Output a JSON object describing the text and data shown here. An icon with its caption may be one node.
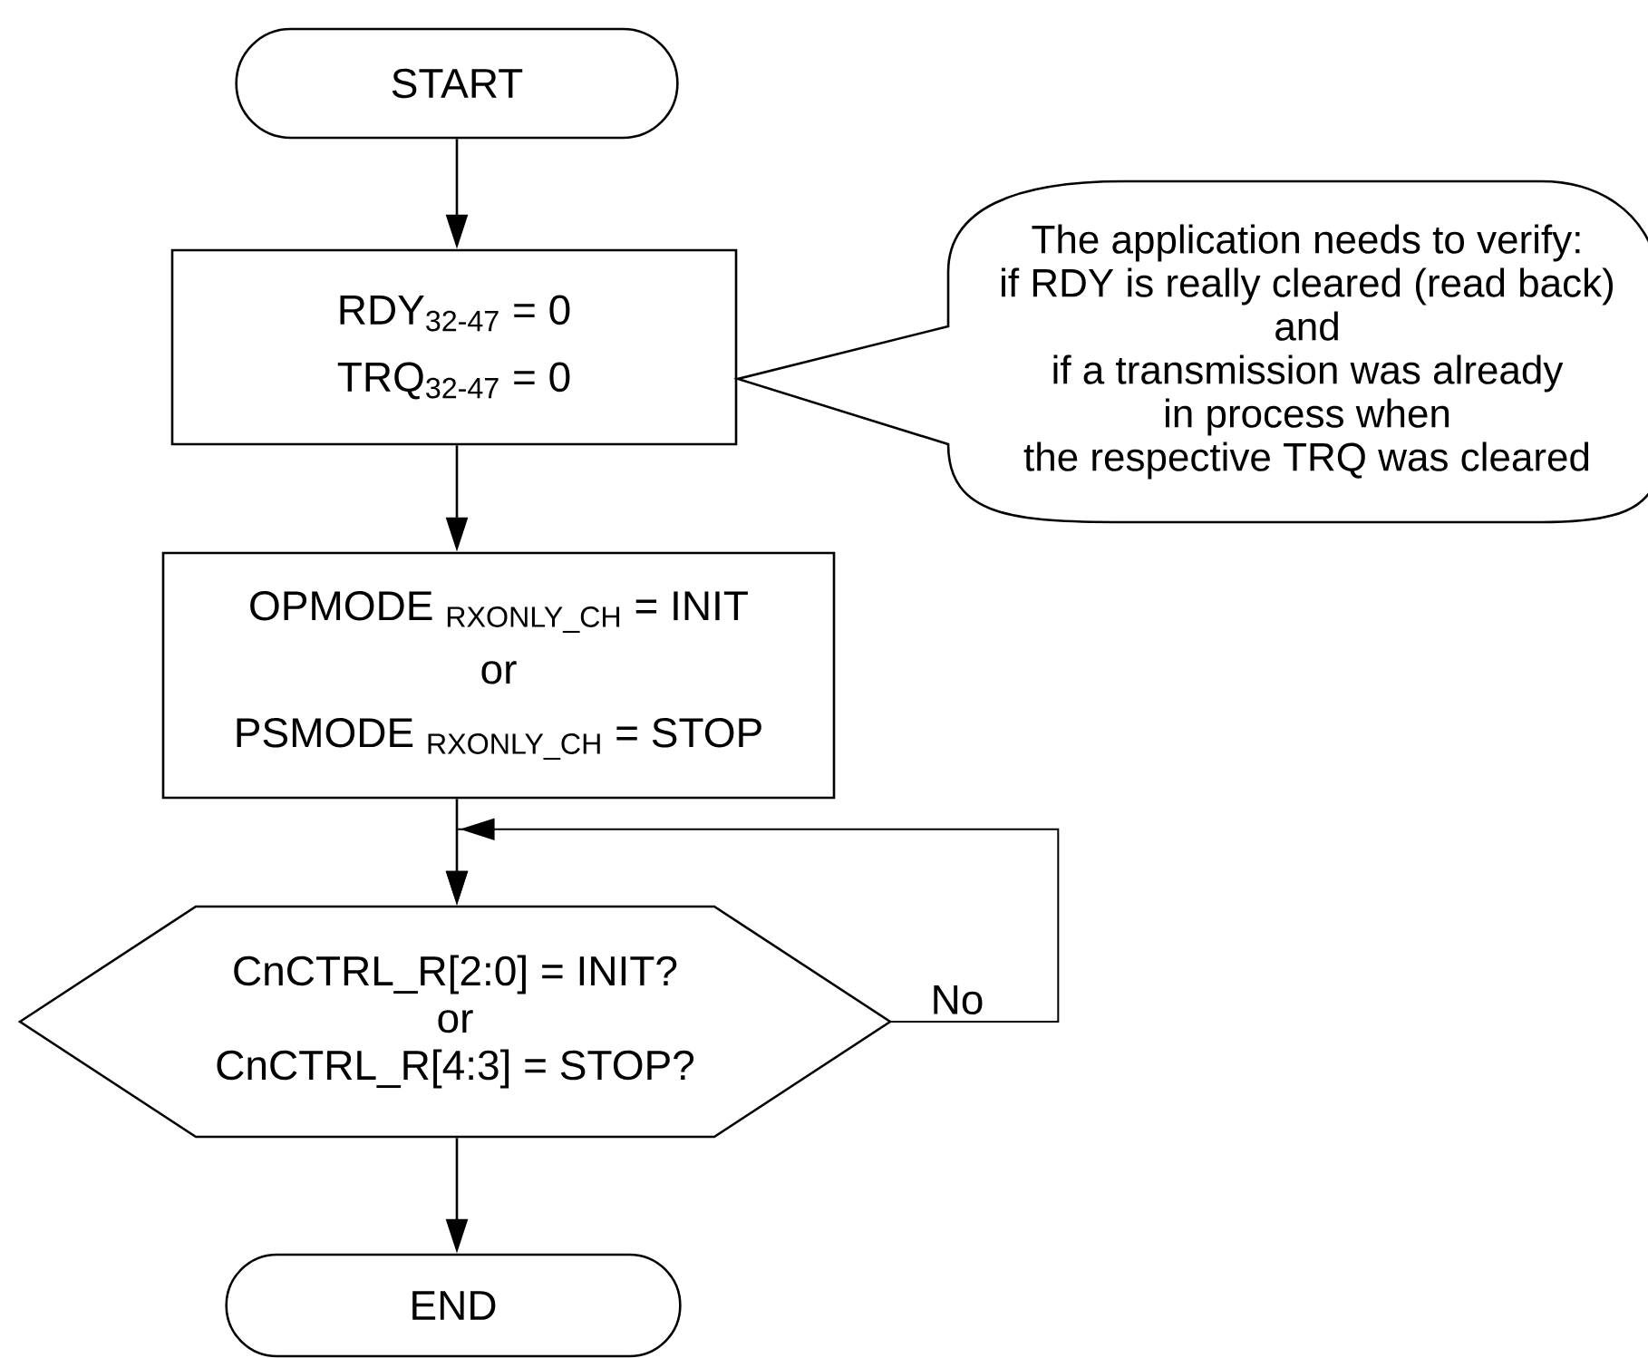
{
  "diagram": {
    "nodes": [
      {
        "text": [
          "START"
        ]
      },
      {
        "text": [
          "RDY$_{32-47}$ = 0",
          "TRQ$_{32-47}$ = 0"
        ]
      },
      {
        "text": [
          "OPMODE $_{RXONLY_CH}$ = INIT",
          "or",
          "PSMODE $_{RXONLY_CH}$ = STOP"
        ]
      },
      {
        "text": [
          "CnCTRL_R[2:0] = INIT?",
          "or",
          "CnCTRL_R[4:3] = STOP?"
        ]
      },
      {
        "text": [
          "END"
        ]
      },
      {
        "text": [
          "The application needs to verify:",
          "if RDY is really cleared (read back)",
          "and",
          "if a transmission was already",
          "in process when",
          "the respective TRQ was cleared"
        ]
      }
    ],
    "edges": [
      {
        "from": 0,
        "to": 1,
        "arrow": "to"
      },
      {
        "from": 1,
        "to": 2,
        "arrow": "to"
      },
      {
        "from": 2,
        "to": 3,
        "arrow": "to"
      },
      {
        "from": 3,
        "to": 3,
        "arrow": "to",
        "label": "No"
      },
      {
        "from": 3,
        "to": 4,
        "arrow": "to"
      }
    ]
  }
}
